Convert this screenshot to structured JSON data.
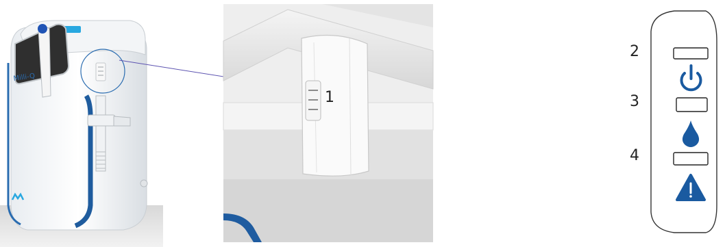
{
  "device": {
    "brand_text": "Milli-Q",
    "accent_color": "#2a6cb0",
    "screen_color": "#2f2f2f"
  },
  "callouts": {
    "label_1": "1",
    "label_2": "2",
    "label_3": "3",
    "label_4": "4"
  },
  "panel": {
    "indicators": [
      {
        "name": "power-icon",
        "color": "#1a5aa0"
      },
      {
        "name": "water-drop-icon",
        "color": "#1a5aa0"
      },
      {
        "name": "warning-icon",
        "color": "#1a5aa0"
      }
    ]
  }
}
